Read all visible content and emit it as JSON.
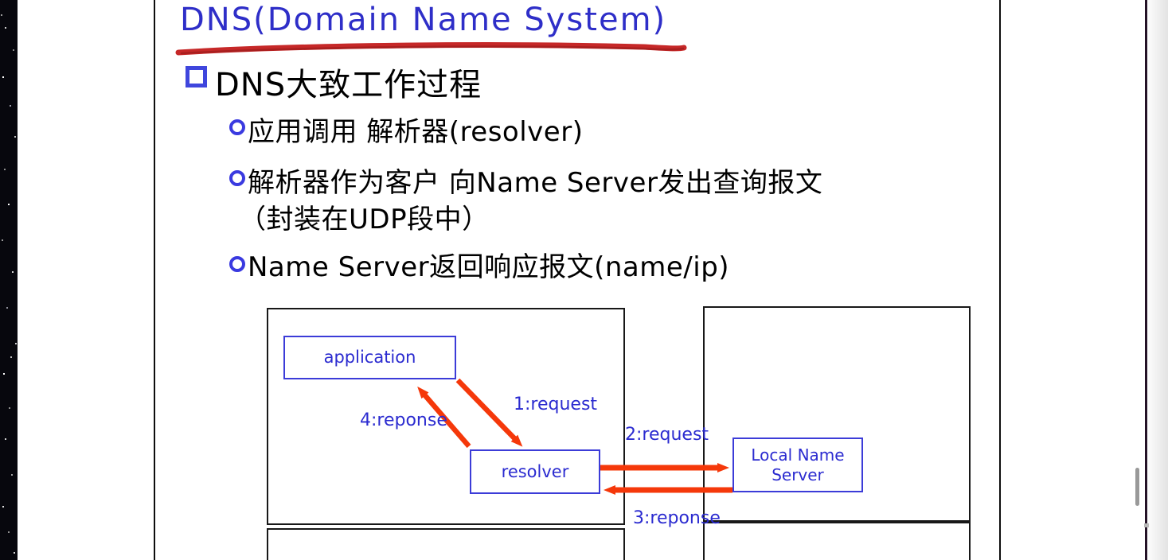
{
  "slide": {
    "title": "DNS(Domain Name System)",
    "bullet_main": "DNS大致工作过程",
    "sub_bullets": [
      {
        "text": "应用调用 解析器(resolver)"
      },
      {
        "text": "解析器作为客户 向Name Server发出查询报文",
        "continuation": "（封装在UDP段中）"
      },
      {
        "text": "Name Server返回响应报文(name/ip)"
      }
    ]
  },
  "diagram": {
    "nodes": [
      {
        "id": "application",
        "label": "application"
      },
      {
        "id": "resolver",
        "label": "resolver"
      },
      {
        "id": "local-name-server",
        "label": "Local Name Server",
        "label_line1": "Local Name",
        "label_line2": "Server"
      }
    ],
    "arrows": [
      {
        "label": "1:request",
        "from": "application",
        "to": "resolver"
      },
      {
        "label": "2:request",
        "from": "resolver",
        "to": "local-name-server"
      },
      {
        "label": "3:reponse",
        "from": "local-name-server",
        "to": "resolver"
      },
      {
        "label": "4:reponse",
        "from": "resolver",
        "to": "application"
      }
    ]
  },
  "colors": {
    "title_blue": "#2e2ec8",
    "underline_red": "#c62828",
    "arrow_red": "#f5380a",
    "diagram_box_blue": "#3c3cd8",
    "bullet_blue": "#3f46dd",
    "body_text": "#000000",
    "host_rect_border": "#181818",
    "scroll_thumb_gray": "#999999"
  }
}
